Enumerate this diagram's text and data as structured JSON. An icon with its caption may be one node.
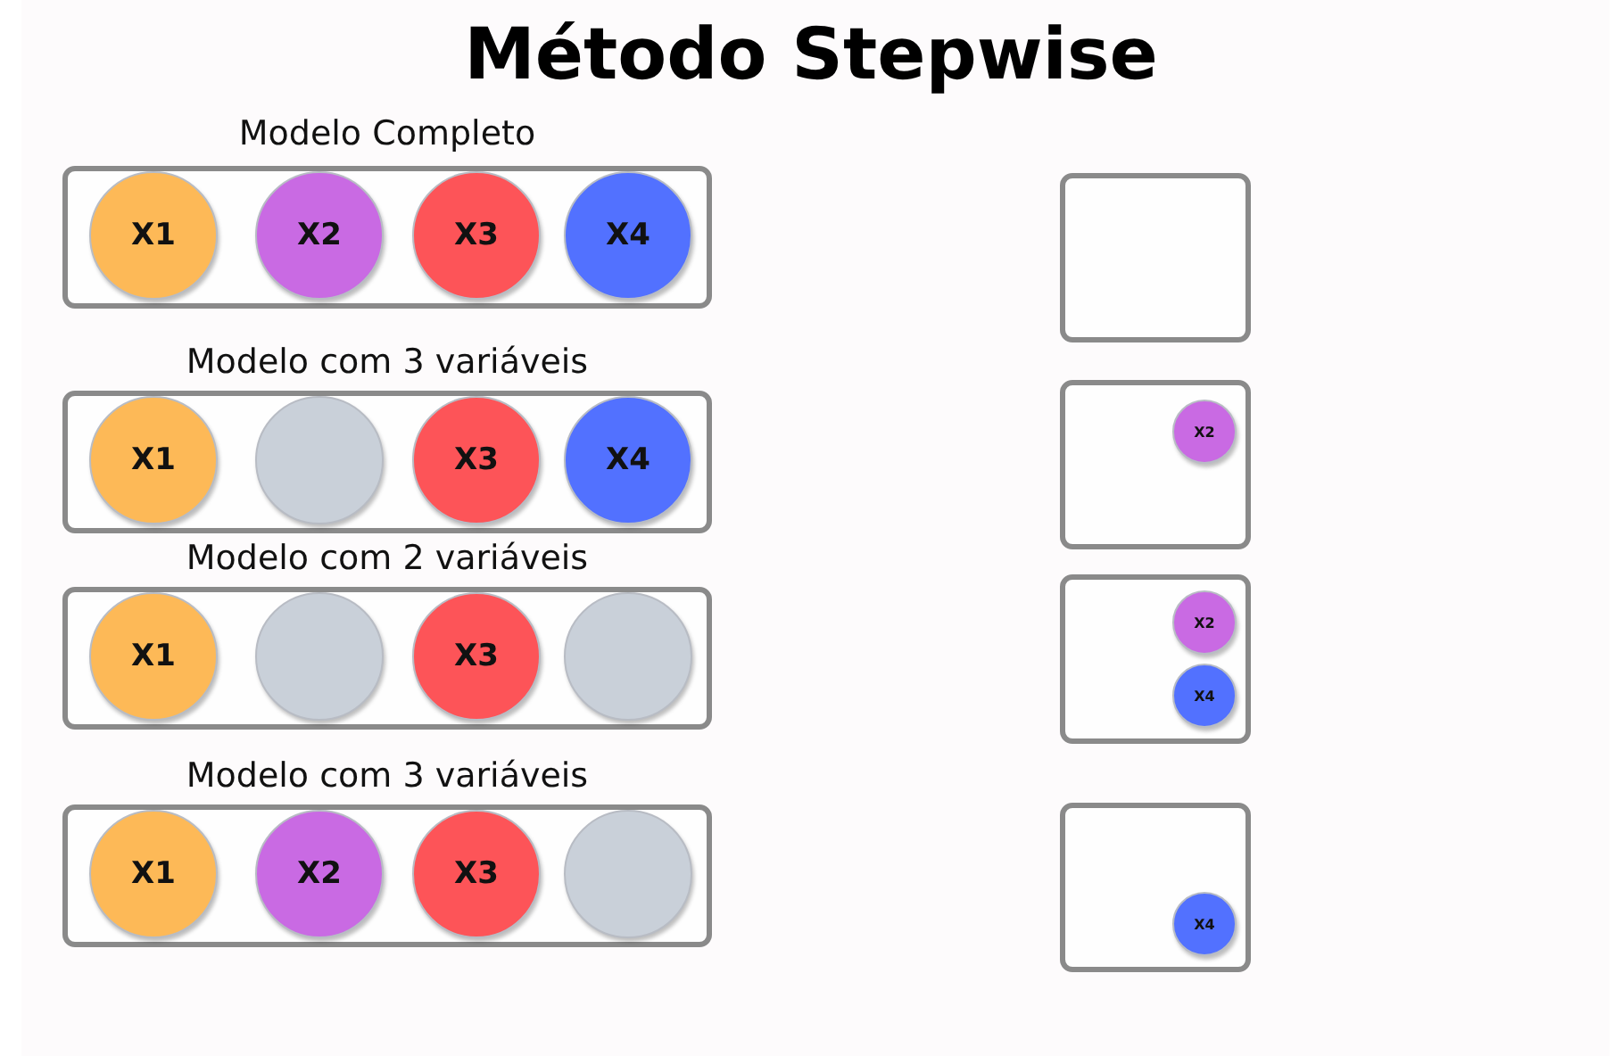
{
  "diagram": {
    "title": "Método Stepwise",
    "nodes": [
      {
        "text": [
          "Modelo Completo"
        ]
      },
      {
        "text": [
          "X1"
        ],
        "in": 0
      },
      {
        "text": [
          "X2"
        ],
        "in": 0
      },
      {
        "text": [
          "X3"
        ],
        "in": 0
      },
      {
        "text": [
          "X4"
        ],
        "in": 0
      },
      {
        "text": [],
        "shape": "box"
      },
      {
        "text": [
          "Modelo com 3 variáveis"
        ]
      },
      {
        "text": [
          "X1"
        ],
        "in": 6
      },
      {
        "text": [],
        "shape": "circle",
        "in": 6
      },
      {
        "text": [
          "X3"
        ],
        "in": 6
      },
      {
        "text": [
          "X4"
        ],
        "in": 6
      },
      {
        "text": [],
        "shape": "box"
      },
      {
        "text": [
          "X2"
        ],
        "in": 11
      },
      {
        "text": [
          "Modelo com 2 variáveis"
        ]
      },
      {
        "text": [
          "X1"
        ],
        "in": 13
      },
      {
        "text": [],
        "shape": "circle",
        "in": 13
      },
      {
        "text": [
          "X3"
        ],
        "in": 13
      },
      {
        "text": [],
        "shape": "circle",
        "in": 13
      },
      {
        "text": [],
        "shape": "box"
      },
      {
        "text": [
          "X2"
        ],
        "in": 18
      },
      {
        "text": [
          "X4"
        ],
        "in": 18
      },
      {
        "text": [
          "Modelo com 3 variáveis"
        ]
      },
      {
        "text": [
          "X1"
        ],
        "in": 21
      },
      {
        "text": [
          "X2"
        ],
        "in": 21
      },
      {
        "text": [
          "X3"
        ],
        "in": 21
      },
      {
        "text": [],
        "shape": "circle",
        "in": 21
      },
      {
        "text": [],
        "shape": "box"
      },
      {
        "text": [
          "X4"
        ],
        "in": 26
      }
    ]
  }
}
